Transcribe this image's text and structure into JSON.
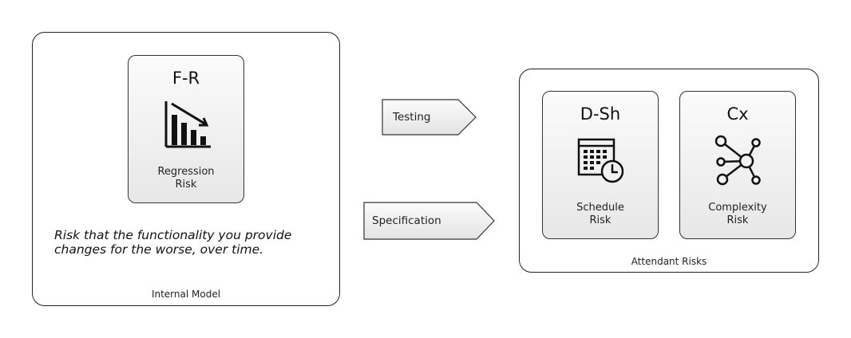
{
  "internal_model": {
    "caption": "Internal Model",
    "description": "Risk that the functionality you provide changes for the worse, over time."
  },
  "cards": {
    "fr": {
      "code": "F-R",
      "label_line1": "Regression",
      "label_line2": "Risk",
      "icon": "declining-bar-chart-icon"
    },
    "dsh": {
      "code": "D-Sh",
      "label_line1": "Schedule",
      "label_line2": "Risk",
      "icon": "calendar-clock-icon"
    },
    "cx": {
      "code": "Cx",
      "label_line1": "Complexity",
      "label_line2": "Risk",
      "icon": "network-hub-icon"
    }
  },
  "arrows": {
    "testing": "Testing",
    "specification": "Specification"
  },
  "attendant_risks": {
    "caption": "Attendant Risks"
  }
}
